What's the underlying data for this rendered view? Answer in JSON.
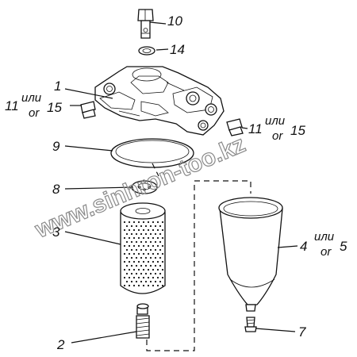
{
  "watermark": "www.sinhron-too.kz",
  "callouts": [
    {
      "id": "c10",
      "number": "10"
    },
    {
      "id": "c14",
      "number": "14"
    },
    {
      "id": "c1",
      "number": "1"
    },
    {
      "id": "c11a",
      "number": "11",
      "alt_word": "или",
      "or_word": "or",
      "alt_number": "15"
    },
    {
      "id": "c11b",
      "number": "11",
      "alt_word": "или",
      "or_word": "or",
      "alt_number": "15"
    },
    {
      "id": "c9",
      "number": "9"
    },
    {
      "id": "c8",
      "number": "8"
    },
    {
      "id": "c3",
      "number": "3"
    },
    {
      "id": "c4",
      "number": "4",
      "alt_word": "или",
      "or_word": "or",
      "alt_number": "5"
    },
    {
      "id": "c2",
      "number": "2"
    },
    {
      "id": "c7",
      "number": "7"
    }
  ]
}
